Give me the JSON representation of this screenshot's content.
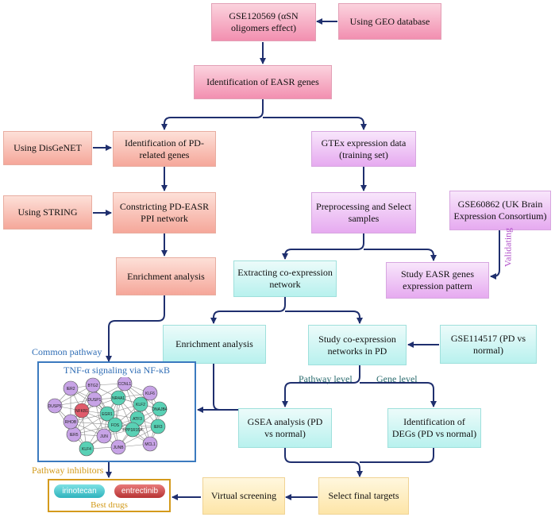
{
  "boxes": {
    "gse120569": "GSE120569 (αSN oligomers effect)",
    "geo": "Using GEO database",
    "easr": "Identification of EASR genes",
    "disgenet": "Using DisGeNET",
    "pd_related": "Identification of PD-related genes",
    "gtex": "GTEx expression data (training set)",
    "string": "Using STRING",
    "ppi": "Constricting PD-EASR PPI network",
    "preprocess": "Preprocessing and Select samples",
    "gse60862": "GSE60862 (UK Brain Expression Consortium)",
    "enrich_left": "Enrichment analysis",
    "coexpr": "Extracting co-expression network",
    "study_easr": "Study EASR genes expression pattern",
    "enrich_mid": "Enrichment analysis",
    "study_coexpr": "Study co-expression networks in PD",
    "gse114517": "GSE114517 (PD vs normal)",
    "gsea": "GSEA analysis (PD vs normal)",
    "degs": "Identification of DEGs (PD vs normal)",
    "virtual": "Virtual screening",
    "final": "Select final targets"
  },
  "labels": {
    "validating": "Validating",
    "common_pathway": "Common pathway",
    "pathway_level": "Pathway level",
    "gene_level": "Gene level",
    "pathway_inhibitors": "Pathway inhibitors",
    "tnf_title": "TNF-α signaling via NF-κB",
    "best_drugs": "Best drugs"
  },
  "drugs": [
    "irinotecan",
    "entrectinib"
  ],
  "network_nodes": [
    {
      "label": "IER2",
      "color": "#c7a3e6"
    },
    {
      "label": "BTG2",
      "color": "#c7a3e6"
    },
    {
      "label": "CCNL1",
      "color": "#c7a3e6"
    },
    {
      "label": "KLF6",
      "color": "#c7a3e6"
    },
    {
      "label": "NR4A1",
      "color": "#59d1b5"
    },
    {
      "label": "DUSP1",
      "color": "#c7a3e6"
    },
    {
      "label": "KLF2",
      "color": "#59d1b5"
    },
    {
      "label": "DUSP5",
      "color": "#c7a3e6"
    },
    {
      "label": "NFKB1",
      "color": "#e05b6b"
    },
    {
      "label": "EGR1",
      "color": "#59d1b5"
    },
    {
      "label": "FOS",
      "color": "#59d1b5"
    },
    {
      "label": "ATF3",
      "color": "#59d1b5"
    },
    {
      "label": "DNAJB4",
      "color": "#59d1b5"
    },
    {
      "label": "PPP1R15A",
      "color": "#59d1b5"
    },
    {
      "label": "IER3",
      "color": "#59d1b5"
    },
    {
      "label": "JUN",
      "color": "#c7a3e6"
    },
    {
      "label": "IER5",
      "color": "#c7a3e6"
    },
    {
      "label": "RHOB",
      "color": "#c7a3e6"
    },
    {
      "label": "KLF4",
      "color": "#59d1b5"
    },
    {
      "label": "JUNB",
      "color": "#c7a3e6"
    },
    {
      "label": "MCL1",
      "color": "#c7a3e6"
    }
  ]
}
